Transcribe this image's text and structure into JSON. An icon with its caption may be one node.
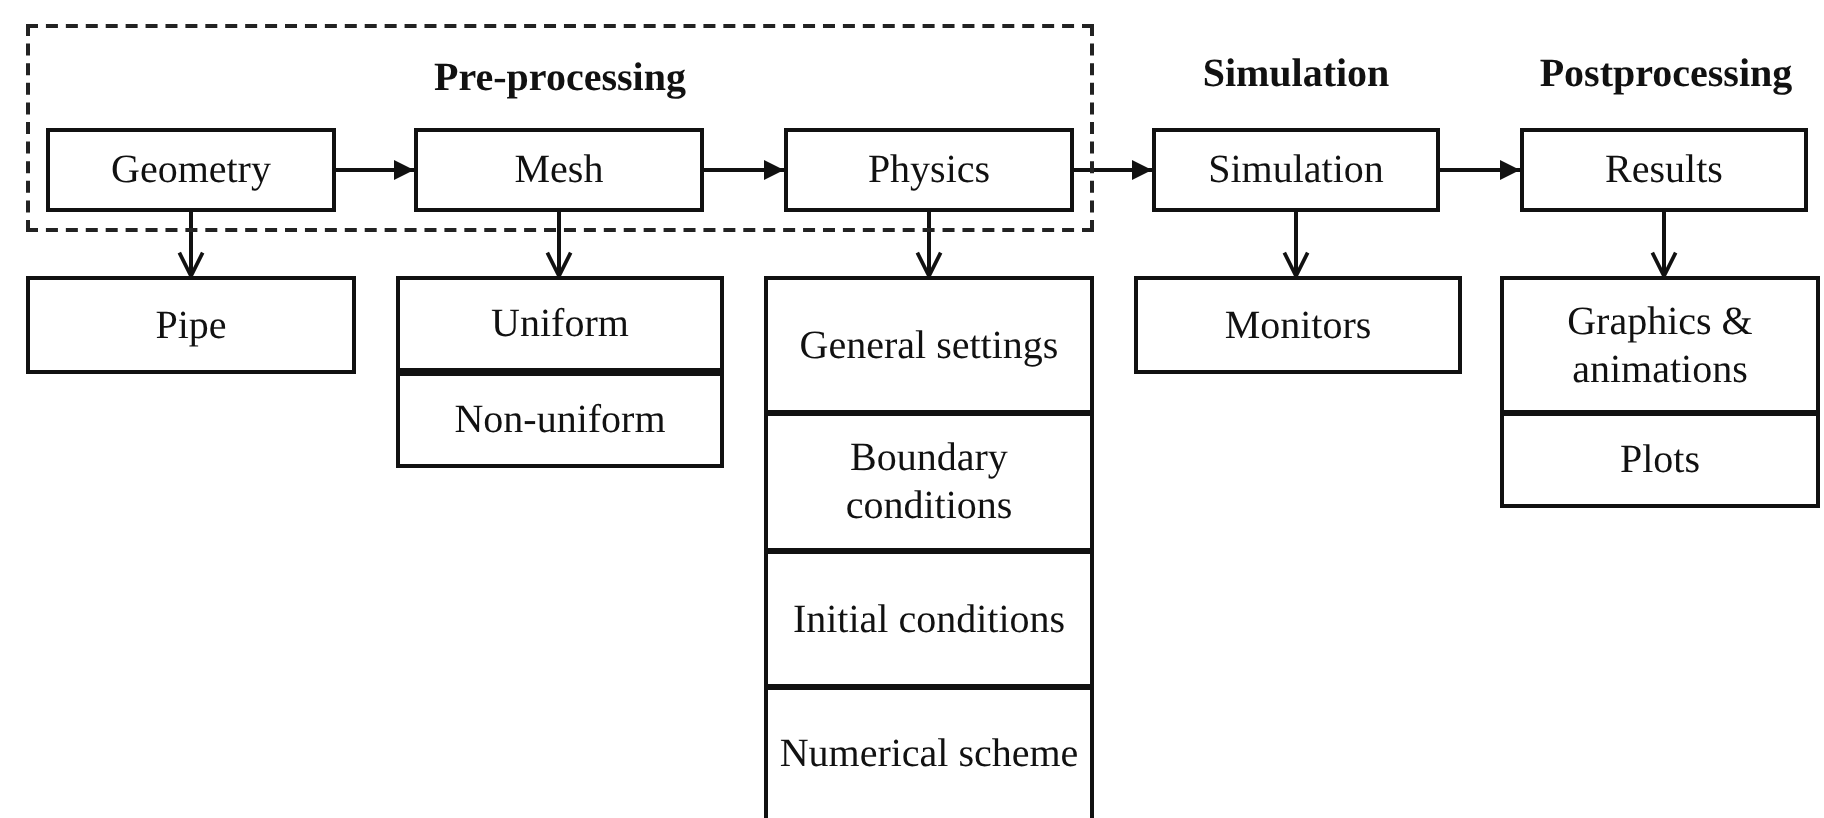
{
  "diagram": {
    "nodes": [
      {
        "text": [
          "Pre-processing"
        ]
      },
      {
        "text": [
          "Geometry"
        ],
        "in": 0
      },
      {
        "text": [
          "Mesh"
        ],
        "in": 0
      },
      {
        "text": [
          "Physics"
        ],
        "in": 0
      },
      {
        "text": [
          "Simulation"
        ]
      },
      {
        "text": [
          "Results"
        ]
      },
      {
        "text": [
          "Pipe"
        ]
      },
      {
        "text": [
          "Uniform"
        ]
      },
      {
        "text": [
          "Non-uniform"
        ]
      },
      {
        "text": [
          "General settings"
        ]
      },
      {
        "text": [
          "Boundary conditions"
        ]
      },
      {
        "text": [
          "Initial conditions"
        ]
      },
      {
        "text": [
          "Numerical scheme"
        ]
      },
      {
        "text": [
          "Monitors"
        ]
      },
      {
        "text": [
          "Graphics & animations"
        ]
      },
      {
        "text": [
          "Plots"
        ]
      }
    ],
    "edges": [
      {
        "from": 1,
        "to": 2,
        "arrow": "to"
      },
      {
        "from": 2,
        "to": 3,
        "arrow": "to"
      },
      {
        "from": 3,
        "to": 4,
        "arrow": "to"
      },
      {
        "from": 4,
        "to": 5,
        "arrow": "to"
      },
      {
        "from": 1,
        "to": 6,
        "arrow": "to"
      },
      {
        "from": 2,
        "to": 7,
        "arrow": "to"
      },
      {
        "from": 3,
        "to": 9,
        "arrow": "to"
      },
      {
        "from": 4,
        "to": 13,
        "arrow": "to"
      },
      {
        "from": 5,
        "to": 14,
        "arrow": "to"
      }
    ],
    "labels": [
      "Simulation",
      "Postprocessing"
    ]
  }
}
